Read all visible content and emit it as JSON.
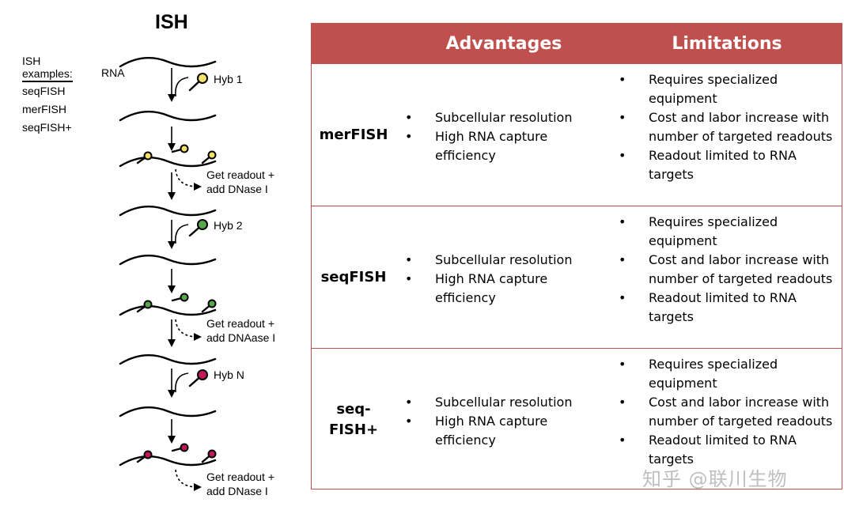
{
  "diagram": {
    "title": "ISH",
    "examples_heading_line1": "ISH",
    "examples_heading_line2": "examples:",
    "examples": [
      "seqFISH",
      "merFISH",
      "seqFISH+"
    ],
    "rna_label": "RNA",
    "steps": {
      "hyb1": "Hyb 1",
      "readout1_line1": "Get readout +",
      "readout1_line2": "add DNase I",
      "hyb2": "Hyb 2",
      "readout2_line1": "Get readout +",
      "readout2_line2": "add DNAase I",
      "hybN": "Hyb N",
      "readout3_line1": "Get readout +",
      "readout3_line2": "add DNase I"
    },
    "probe_colors": {
      "hyb1": "#f4e06a",
      "hyb2": "#5aa64f",
      "hybN": "#c2185b"
    }
  },
  "table": {
    "header_color": "#c0504d",
    "headers": {
      "advantages": "Advantages",
      "limitations": "Limitations"
    },
    "rows": [
      {
        "label_line1": "merFISH",
        "label_line2": "",
        "advantages": [
          "Subcellular resolution",
          "High RNA capture efficiency"
        ],
        "limitations": [
          "Requires specialized equipment",
          "Cost and labor increase with number of targeted readouts",
          "Readout limited to RNA targets"
        ]
      },
      {
        "label_line1": "seqFISH",
        "label_line2": "",
        "advantages": [
          "Subcellular resolution",
          "High RNA capture efficiency"
        ],
        "limitations": [
          "Requires specialized equipment",
          "Cost and labor increase with number of targeted readouts",
          "Readout limited to RNA targets"
        ]
      },
      {
        "label_line1": "seq-",
        "label_line2": "FISH+",
        "advantages": [
          "Subcellular resolution",
          "High RNA capture efficiency"
        ],
        "limitations": [
          "Requires specialized equipment",
          "Cost and labor increase with number of targeted readouts",
          "Readout limited to RNA targets"
        ]
      }
    ]
  },
  "watermark": "知乎 @联川生物"
}
